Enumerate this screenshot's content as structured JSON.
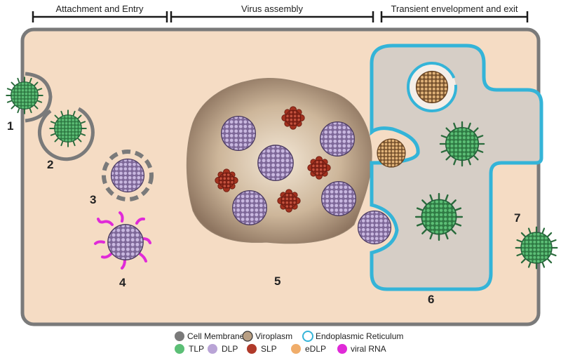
{
  "phases": {
    "attachment": "Attachment and Entry",
    "assembly": "Virus assembly",
    "exit": "Transient envelopment and exit"
  },
  "steps": [
    "1",
    "2",
    "3",
    "4",
    "5",
    "6",
    "7"
  ],
  "legend": {
    "membrane": "Cell Membrane",
    "viroplasm": "Viroplasm",
    "er": "Endoplasmic Reticulum",
    "tlp": "TLP",
    "dlp": "DLP",
    "slp": "SLP",
    "edlp": "eDLP",
    "rna": "viral RNA"
  },
  "colors": {
    "cytoplasm": "#f5dcc4",
    "membrane": "#7a7a7a",
    "viroplasm": "#c9b49a",
    "er_fill": "#d8d0c8",
    "er_border": "#34b4d8",
    "tlp": "#3f9a5a",
    "dlp": "#a58fc2",
    "slp": "#b03a2a",
    "edlp": "#d9a56a",
    "rna": "#e02ad8"
  }
}
